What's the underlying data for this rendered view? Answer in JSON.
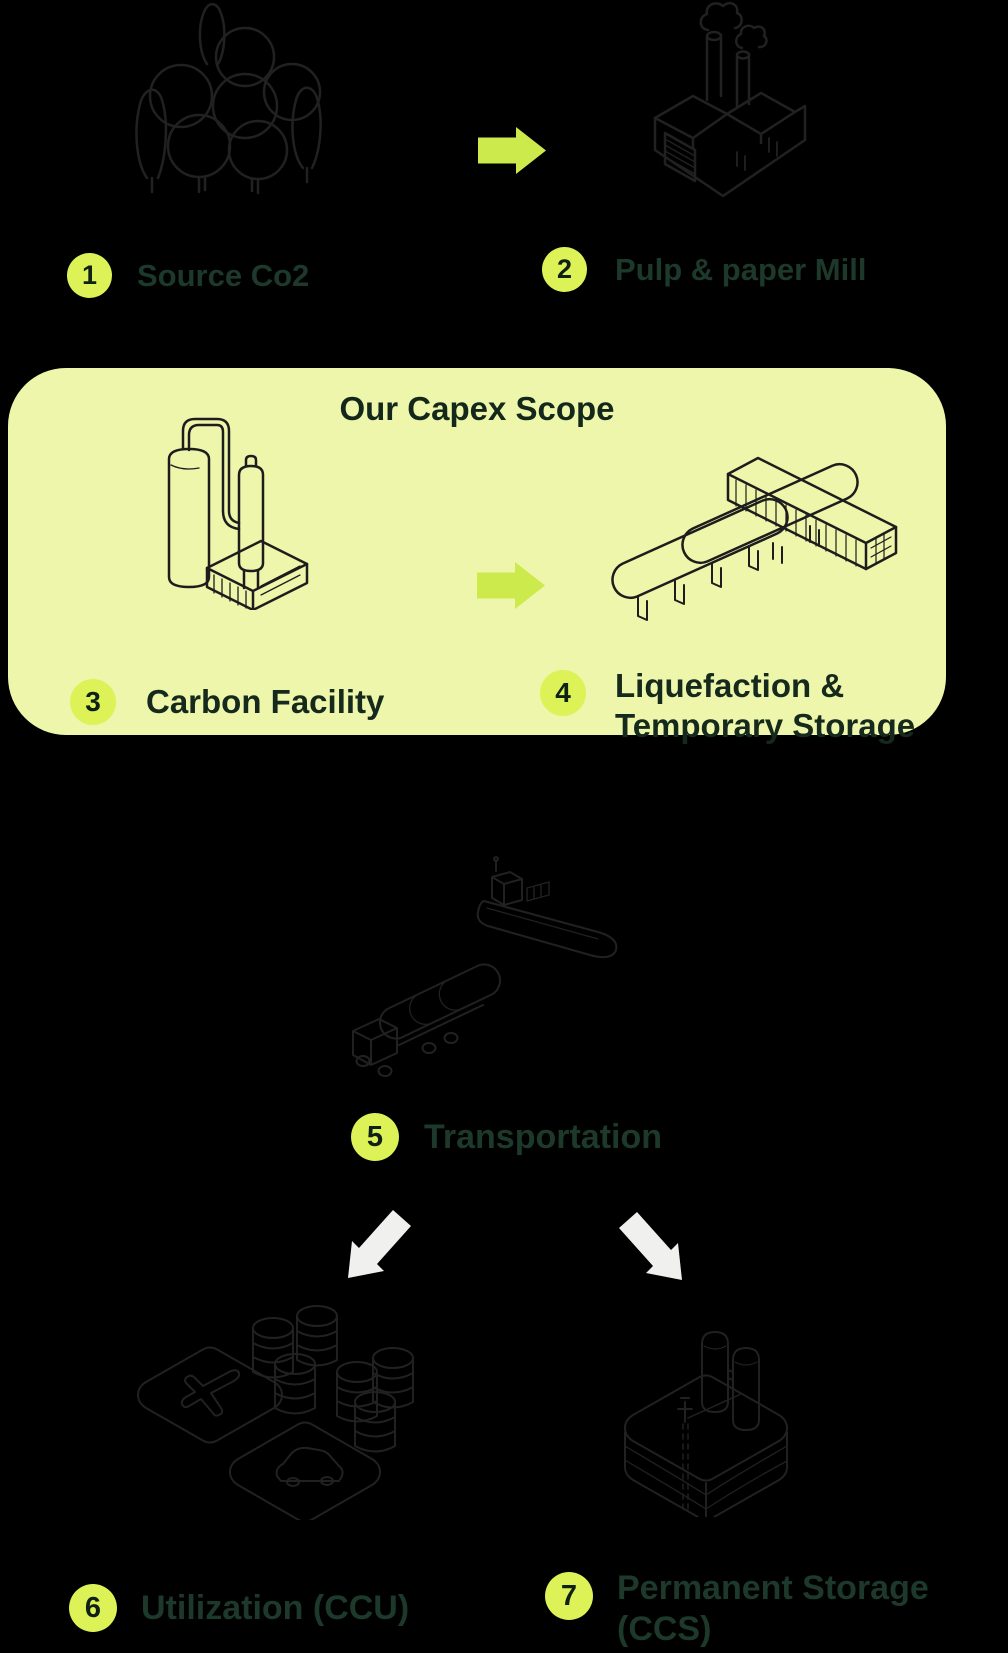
{
  "colors": {
    "background": "#000000",
    "scope_box_bg": "#edf6aa",
    "badge_bg": "#dcf257",
    "badge_text": "#0e2114",
    "label_outside_box": "#1d392b",
    "label_inside_box": "#15291c",
    "scope_title_text": "#13281b",
    "arrow_green": "#cdea4d",
    "arrow_white": "#f0f0ef",
    "icon_outline_on_black": "#212121",
    "icon_outline_on_green": "#1d1d1d"
  },
  "capex_box": {
    "title": "Our Capex Scope"
  },
  "steps": [
    {
      "num": "1",
      "label": "Source Co2",
      "icon": "trees-icon"
    },
    {
      "num": "2",
      "label": "Pulp & paper Mill",
      "icon": "factory-icon"
    },
    {
      "num": "3",
      "label": "Carbon Facility",
      "icon": "carbon-facility-icon"
    },
    {
      "num": "4",
      "line1": "Liquefaction &",
      "line2": "Temporary Storage",
      "icon": "liquefaction-storage-icon"
    },
    {
      "num": "5",
      "label": "Transportation",
      "icon": "ship-and-truck-icon"
    },
    {
      "num": "6",
      "label": "Utilization (CCU)",
      "icon": "utilization-icon"
    },
    {
      "num": "7",
      "line1": "Permanent Storage",
      "line2": "(CCS)",
      "icon": "permanent-storage-icon"
    }
  ],
  "icons": {
    "trees": "forest cluster line art",
    "factory": "pulp and paper mill with two chimneys and smoke",
    "green_arrow": "solid right-pointing arrow",
    "carbon_facility": "capture columns with piping and container",
    "liquefaction": "two horizontal storage tanks with shipping container",
    "ship": "liquefied CO2 carrier ship",
    "truck": "tanker truck",
    "white_arrow_left": "arrow pointing down-left",
    "white_arrow_right": "arrow pointing down-right",
    "utilization": "pads with airplane and car plus product barrels",
    "permanent_storage": "injection wellhead with tanks over underground strata"
  }
}
